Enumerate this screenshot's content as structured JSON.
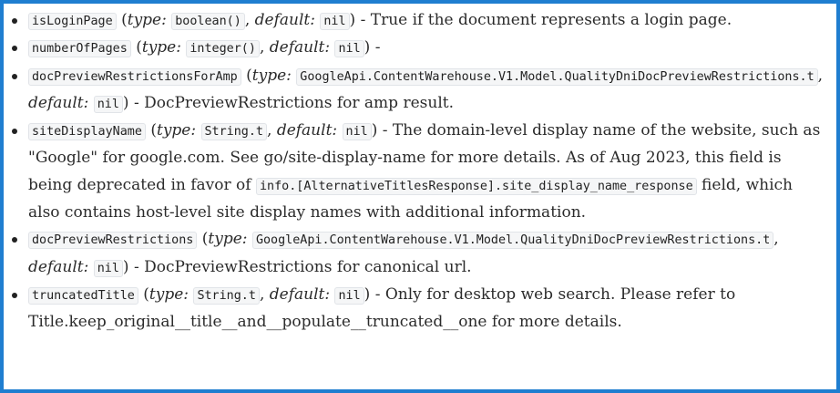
{
  "labels": {
    "type": "type:",
    "default": "default:"
  },
  "fields": [
    {
      "name": "isLoginPage",
      "type": "boolean()",
      "default": "nil",
      "description": "True if the document represents a login page."
    },
    {
      "name": "numberOfPages",
      "type": "integer()",
      "default": "nil",
      "description": ""
    },
    {
      "name": "docPreviewRestrictionsForAmp",
      "type": "GoogleApi.ContentWarehouse.V1.Model.QualityDniDocPreviewRestrictions.t",
      "default": "nil",
      "description": "DocPreviewRestrictions for amp result."
    },
    {
      "name": "siteDisplayName",
      "type": "String.t",
      "default": "nil",
      "description_pre": "The domain-level display name of the website, such as \"Google\" for google.com. See go/site-display-name for more details. As of Aug 2023, this field is being deprecated in favor of",
      "description_code": "info.[AlternativeTitlesResponse].site_display_name_response",
      "description_post": "field, which also contains host-level site display names with additional information."
    },
    {
      "name": "docPreviewRestrictions",
      "type": "GoogleApi.ContentWarehouse.V1.Model.QualityDniDocPreviewRestrictions.t",
      "default": "nil",
      "description": "DocPreviewRestrictions for canonical url."
    },
    {
      "name": "truncatedTitle",
      "type": "String.t",
      "default": "nil",
      "description": "Only for desktop web search. Please refer to Title.keep_original__title__and__populate__truncated__one for more details."
    }
  ]
}
